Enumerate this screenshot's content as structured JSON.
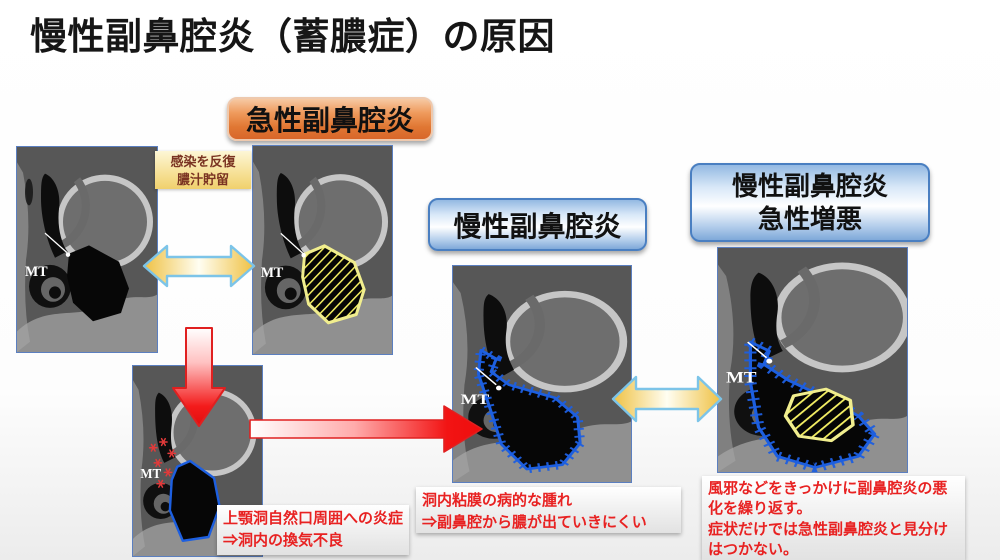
{
  "title": "慢性副鼻腔炎（蓄膿症）の原因",
  "badges": {
    "acute": "急性副鼻腔炎",
    "chronic": "慢性副鼻腔炎",
    "exacerbation": {
      "line1": "慢性副鼻腔炎",
      "line2": "急性増悪"
    }
  },
  "note": {
    "line1": "感染を反復",
    "line2": "膿汁貯留"
  },
  "labels": {
    "mt": "MT"
  },
  "captions": {
    "ostium": {
      "line1": "上顎洞自然口周囲への炎症",
      "line2": "⇒洞内の換気不良"
    },
    "mucosa": {
      "line1": "洞内粘膜の病的な腫れ",
      "line2": "⇒副鼻腔から膿が出ていきにくい"
    },
    "cold": {
      "line1": "風邪などをきっかけに副鼻腔炎の悪化を繰り返す。",
      "line2": "症状だけでは急性副鼻腔炎と見分けはつかない。"
    }
  },
  "colors": {
    "badge_orange": "#e07733",
    "badge_blue_border": "#4a7fc1",
    "red_text": "#e82222",
    "arrow_red": "#ee1111",
    "arrow_yellow": "#f0c84a",
    "arrow_outline_blue": "#7cc4e8",
    "annotation_blue": "#1d5fe0",
    "annotation_yellow": "#f3ee63",
    "note_bg": "#f0d06c",
    "note_text": "#7a3322"
  }
}
